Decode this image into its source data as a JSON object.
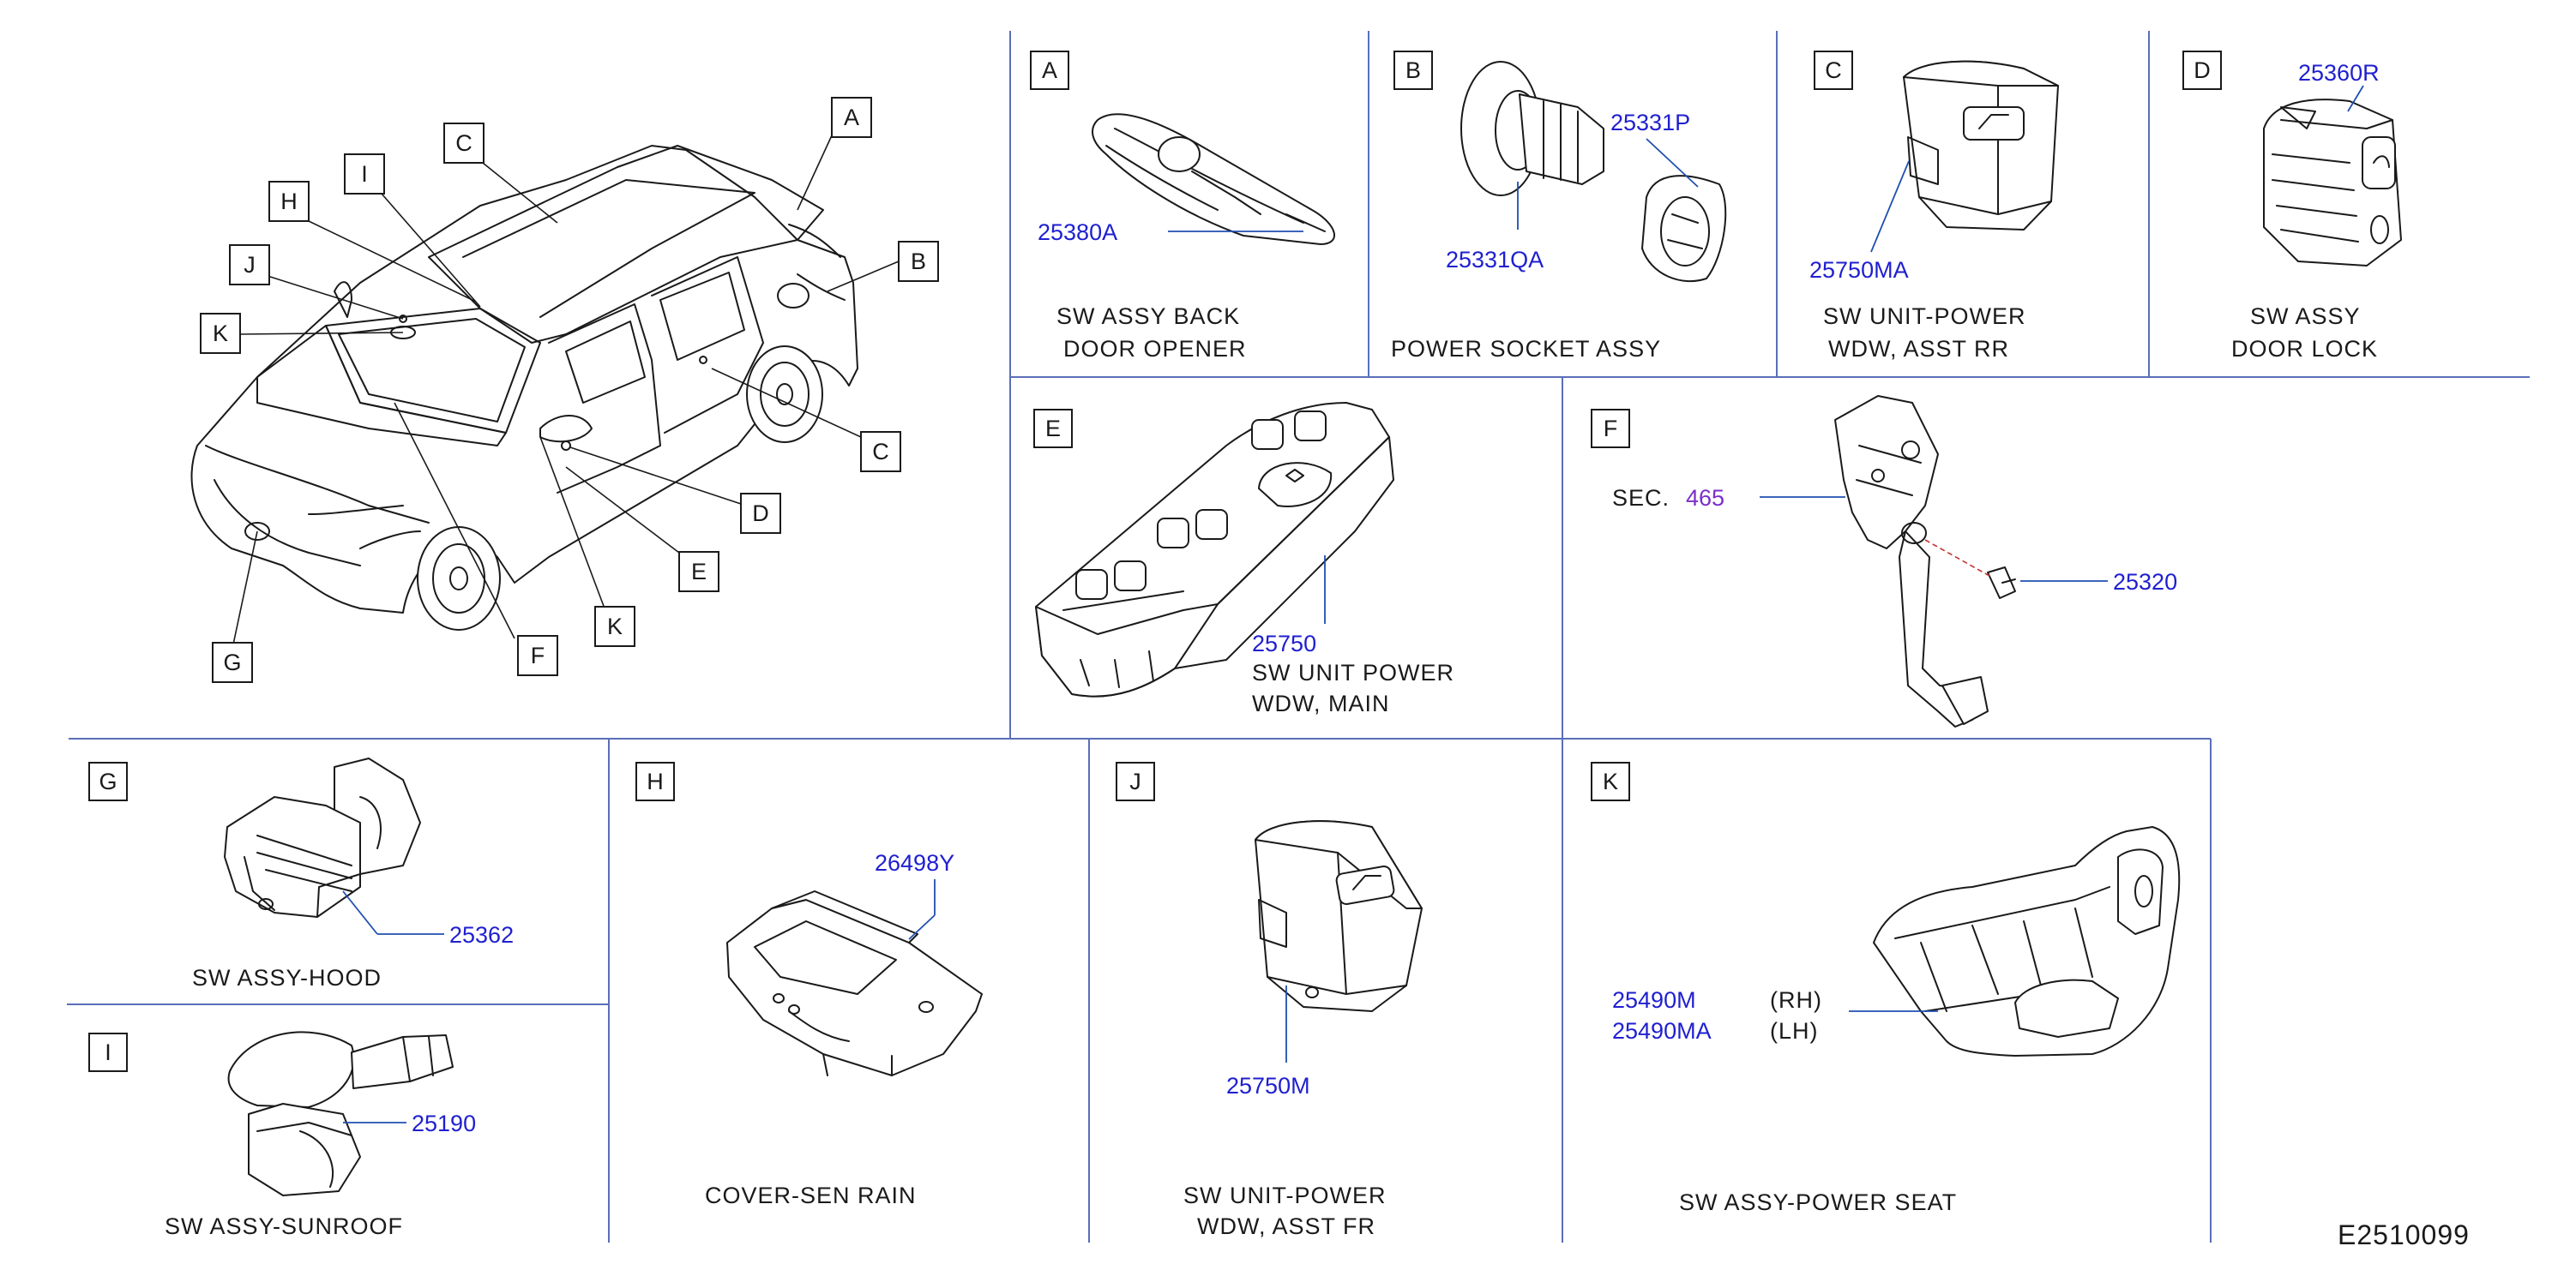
{
  "overview": {
    "callouts": [
      "A",
      "B",
      "C",
      "C",
      "D",
      "E",
      "F",
      "G",
      "H",
      "I",
      "J",
      "K",
      "K"
    ]
  },
  "panels": {
    "A": {
      "letter": "A",
      "part": "25380A",
      "desc1": "SW   ASSY   BACK",
      "desc2": "DOOR   OPENER"
    },
    "B": {
      "letter": "B",
      "part1": "25331P",
      "part2": "25331QA",
      "desc1": "POWER   SOCKET   ASSY"
    },
    "C": {
      "letter": "C",
      "part": "25750MA",
      "desc1": "SW   UNIT-POWER",
      "desc2": "WDW,   ASST   RR"
    },
    "D": {
      "letter": "D",
      "part": "25360R",
      "desc1": "SW   ASSY",
      "desc2": "DOOR   LOCK"
    },
    "E": {
      "letter": "E",
      "part": "25750",
      "desc1": "SW   UNIT   POWER",
      "desc2": "WDW,   MAIN"
    },
    "F": {
      "letter": "F",
      "sec_label": "SEC.",
      "sec_num": "465",
      "part": "25320"
    },
    "G": {
      "letter": "G",
      "part": "25362",
      "desc1": "SW   ASSY-HOOD"
    },
    "H": {
      "letter": "H",
      "part": "26498Y",
      "desc1": "COVER-SEN   RAIN"
    },
    "I": {
      "letter": "I",
      "part": "25190",
      "desc1": "SW   ASSY-SUNROOF"
    },
    "J": {
      "letter": "J",
      "part": "25750M",
      "desc1": "SW   UNIT-POWER",
      "desc2": "WDW,   ASST   FR"
    },
    "K": {
      "letter": "K",
      "part_rh": "25490M",
      "part_lh": "25490MA",
      "rh": "(RH)",
      "lh": "(LH)",
      "desc1": "SW   ASSY-POWER   SEAT"
    }
  },
  "drawing_id": "E2510099",
  "colors": {
    "part_number": "#1f1fd0",
    "section_ref": "#7a2fc8",
    "grid": "#5a6fb8",
    "ink": "#1a1a1a"
  }
}
